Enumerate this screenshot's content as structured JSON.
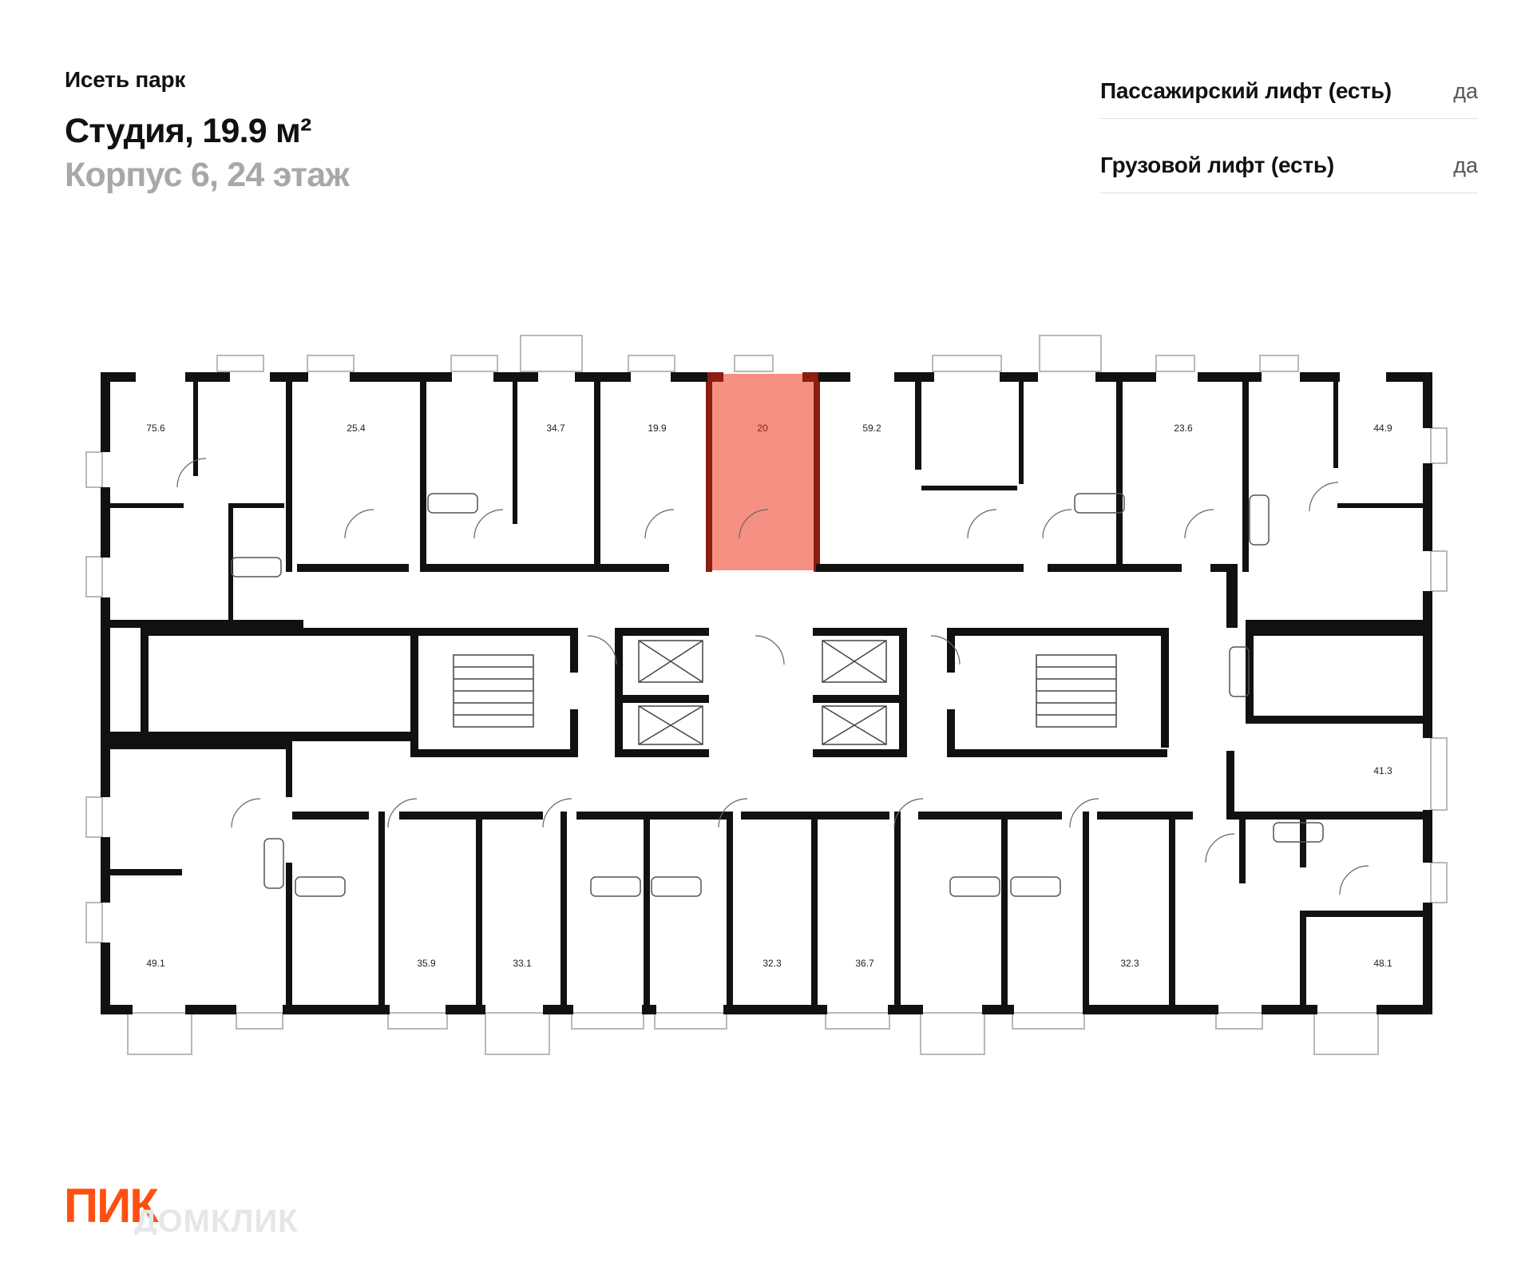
{
  "header": {
    "project": "Исеть парк",
    "title": "Студия, 19.9 м²",
    "location": "Корпус 6, 24 этаж"
  },
  "features": [
    {
      "label": "Пассажирский лифт (есть)",
      "value": "да"
    },
    {
      "label": "Грузовой лифт (есть)",
      "value": "да"
    }
  ],
  "plan": {
    "highlight_color": "#f47c6c",
    "highlight_stroke": "#8a1e10",
    "rooms_top": [
      "75.6",
      "25.4",
      "34.7",
      "19.9",
      "20",
      "59.2",
      "23.6",
      "44.9"
    ],
    "rooms_right": [
      "41.3"
    ],
    "rooms_bottom": [
      "49.1",
      "35.9",
      "33.1",
      "32.3",
      "36.7",
      "32.3",
      "48.1"
    ],
    "selected_room": "20"
  },
  "brand": {
    "logo_text": "ПИК",
    "watermark_text": "ДОМКЛИК",
    "logo_color": "#ff4f12"
  }
}
